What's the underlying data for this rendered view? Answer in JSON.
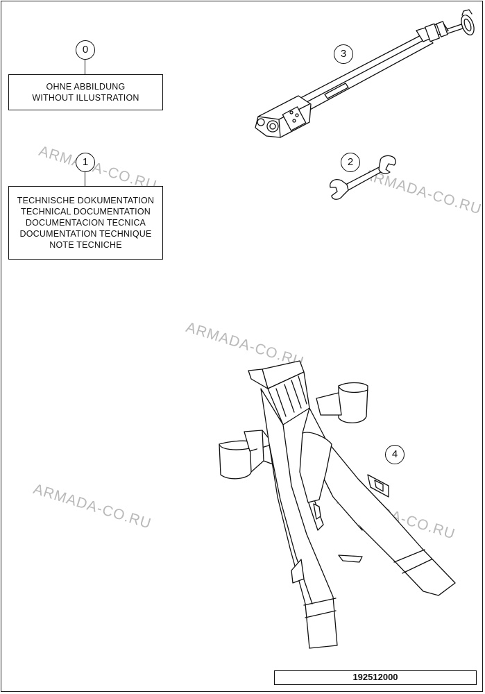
{
  "callouts": {
    "c0": "0",
    "c1": "1",
    "c2": "2",
    "c3": "3",
    "c4": "4"
  },
  "notes": {
    "without_illustration": [
      "OHNE ABBILDUNG",
      "WITHOUT ILLUSTRATION"
    ],
    "technical_docs": [
      "TECHNISCHE DOKUMENTATION",
      "TECHNICAL DOCUMENTATION",
      "DOCUMENTACION TECNICA",
      "DOCUMENTATION TECHNIQUE",
      "NOTE TECNICHE"
    ]
  },
  "watermark": "ARMADA-CO.RU",
  "diagram_code": "192512000",
  "colors": {
    "line": "#111111",
    "watermark": "#b9b9b9",
    "background": "#ffffff"
  },
  "icons": {
    "part_3": "suspension-pump-icon",
    "part_2": "open-end-wrench-icon",
    "part_4": "fork-stand-icon"
  }
}
